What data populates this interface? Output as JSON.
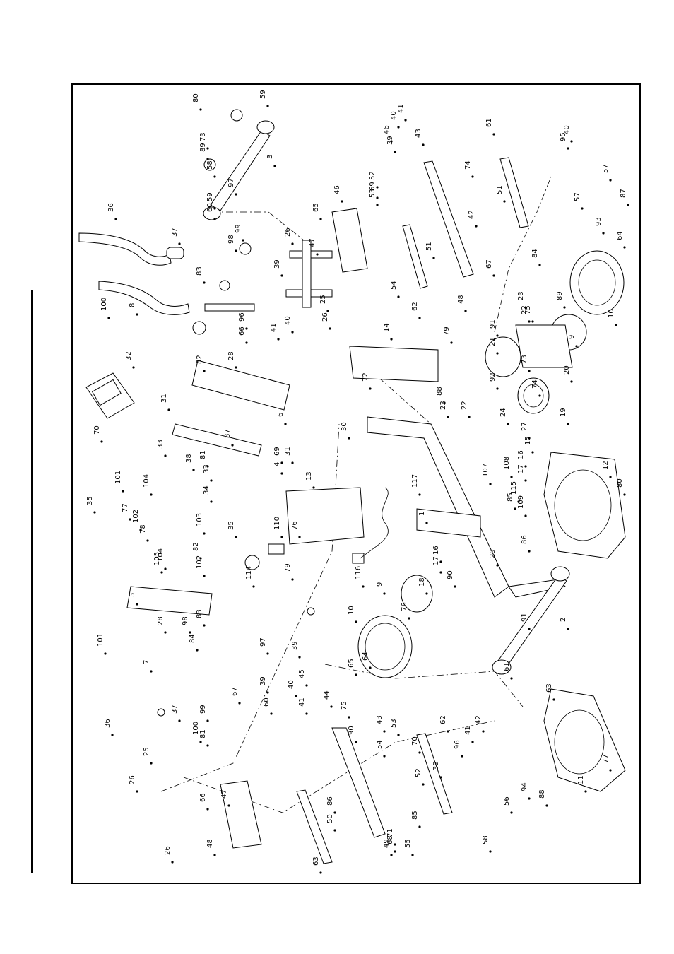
{
  "diagram": {
    "part_numbers": [
      "1",
      "2",
      "3",
      "4",
      "5",
      "6",
      "7",
      "8",
      "9",
      "9",
      "10",
      "10",
      "11",
      "12",
      "13",
      "14",
      "15",
      "16",
      "16",
      "17",
      "17",
      "18",
      "19",
      "20",
      "21",
      "22",
      "22",
      "23",
      "23",
      "24",
      "25",
      "25",
      "26",
      "26",
      "26",
      "26",
      "27",
      "28",
      "28",
      "29",
      "30",
      "31",
      "31",
      "32",
      "33",
      "33",
      "34",
      "35",
      "35",
      "36",
      "36",
      "37",
      "37",
      "38",
      "39",
      "39",
      "39",
      "39",
      "39",
      "40",
      "40",
      "40",
      "40",
      "41",
      "41",
      "41",
      "41",
      "42",
      "42",
      "43",
      "43",
      "44",
      "45",
      "46",
      "46",
      "47",
      "47",
      "48",
      "48",
      "49",
      "50",
      "51",
      "51",
      "52",
      "52",
      "53",
      "53",
      "54",
      "54",
      "55",
      "56",
      "57",
      "57",
      "58",
      "58",
      "59",
      "59",
      "60",
      "60",
      "61",
      "61",
      "62",
      "62",
      "63",
      "63",
      "64",
      "64",
      "65",
      "65",
      "66",
      "66",
      "67",
      "67",
      "68",
      "69",
      "69",
      "70",
      "70",
      "71",
      "72",
      "73",
      "73",
      "74",
      "74",
      "75",
      "75",
      "76",
      "76",
      "77",
      "77",
      "78",
      "79",
      "79",
      "80",
      "80",
      "81",
      "81",
      "82",
      "82",
      "83",
      "83",
      "84",
      "84",
      "85",
      "85",
      "86",
      "86",
      "87",
      "87",
      "88",
      "88",
      "89",
      "89",
      "90",
      "90",
      "91",
      "91",
      "92",
      "93",
      "94",
      "95",
      "96",
      "96",
      "97",
      "97",
      "98",
      "98",
      "99",
      "99",
      "100",
      "100",
      "101",
      "101",
      "102",
      "102",
      "103",
      "104",
      "104",
      "105",
      "107",
      "108",
      "109",
      "110",
      "114",
      "115",
      "116",
      "117"
    ]
  }
}
